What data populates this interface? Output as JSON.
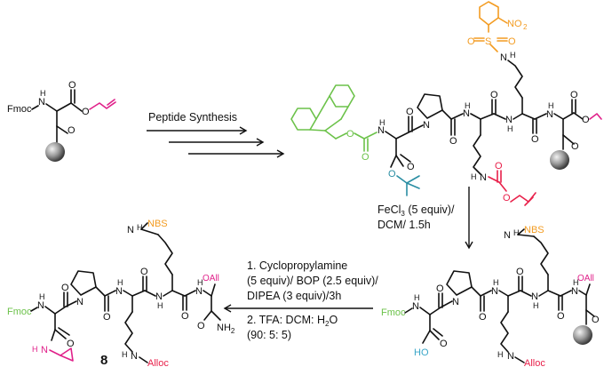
{
  "labels": {
    "fmoc": "Fmoc",
    "nh": "N",
    "h": "H",
    "o": "O",
    "oall": "OAll",
    "nbs": "NBS",
    "alloc": "Alloc",
    "ho": "HO",
    "nh2": "NH",
    "sub2": "2",
    "s": "S",
    "no2": "NO",
    "compound_number": "8"
  },
  "conditions": {
    "peptide_synthesis": "Peptide Synthesis",
    "fecl3_a": "FeCl",
    "fecl3_sub": "3",
    "fecl3_b": " (5 equiv)/",
    "fecl3_line2": "DCM/ 1.5h",
    "step1_line1": "1. Cyclopropylamine",
    "step1_line2": "(5 equiv)/ BOP (2.5 equiv)/",
    "step1_line3": "DIPEA (3 equiv)/3h",
    "step2_line1_a": "2. TFA: DCM: H",
    "step2_line1_sub": "2",
    "step2_line1_b": "O",
    "step2_line2": "(90: 5: 5)"
  },
  "colors": {
    "fmoc_green": "#6cc24a",
    "nbs_orange": "#f39c22",
    "alloc_red": "#e8204a",
    "allyl_magenta": "#e0218a",
    "tbu_teal": "#2a8ea3",
    "resin_gray": "#8c8c8c"
  }
}
